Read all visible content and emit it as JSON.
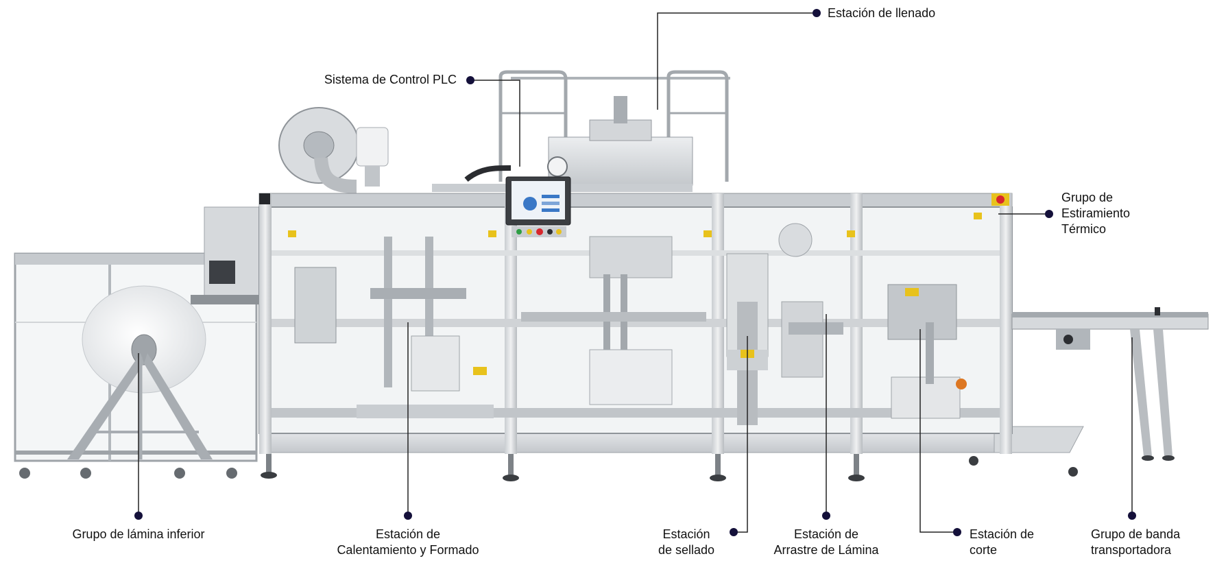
{
  "diagram": {
    "callouts": [
      {
        "id": "filling",
        "label": "Estación de llenado"
      },
      {
        "id": "plc",
        "label": "Sistema de Control PLC"
      },
      {
        "id": "thermal",
        "label": "Grupo de\nEstiramiento\nTérmico"
      },
      {
        "id": "lower-film",
        "label": "Grupo de lámina inferior"
      },
      {
        "id": "heating",
        "label": "Estación de\nCalentamiento y Formado"
      },
      {
        "id": "sealing",
        "label": "Estación\nde sellado"
      },
      {
        "id": "film-pull",
        "label": "Estación de\nArrastre de Lámina"
      },
      {
        "id": "cutting",
        "label": "Estación de\ncorte"
      },
      {
        "id": "conveyor",
        "label": "Grupo de banda\ntransportadora"
      }
    ],
    "colors": {
      "leader_line": "#222222",
      "dot": "#14103a",
      "steel_light": "#e2e4e6",
      "steel_mid": "#b9bdc1",
      "steel_dark": "#7d8287",
      "glass": "#f3f5f6",
      "yellow_label": "#e8c21c",
      "estop_red": "#d8262c",
      "screen": "#3a78c6"
    }
  }
}
